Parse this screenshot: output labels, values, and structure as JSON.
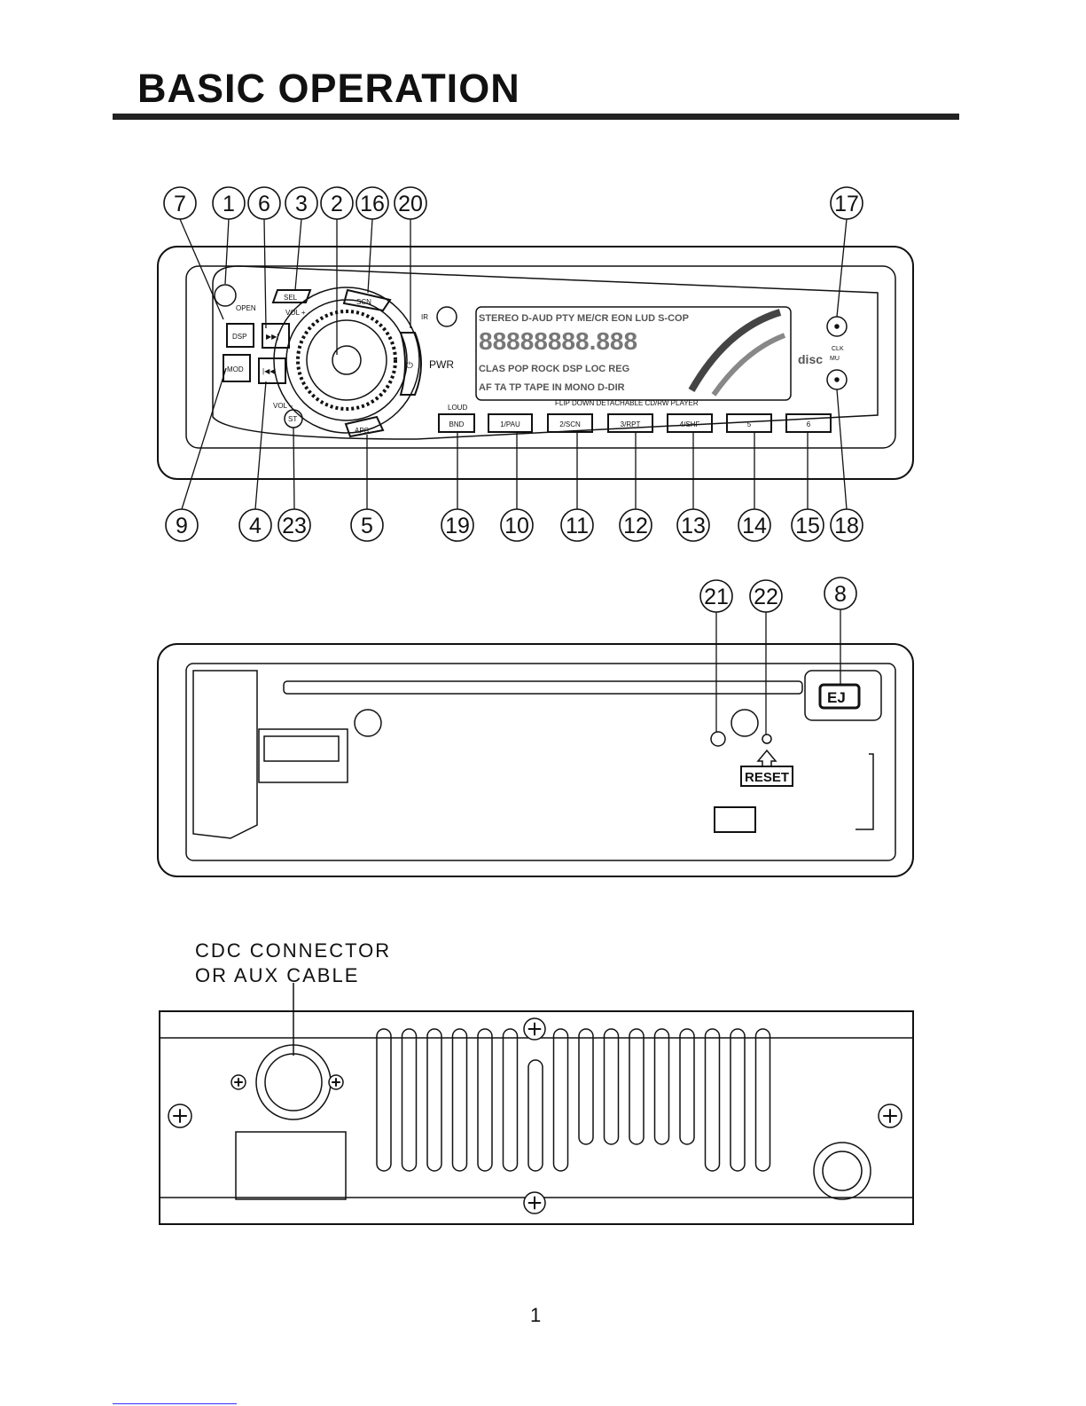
{
  "page": {
    "title": "BASIC OPERATION",
    "page_number": "1"
  },
  "front_panel": {
    "buttons": {
      "open": "OPEN",
      "sel": "SEL",
      "vol_plus": "VOL +",
      "vol_minus": "VOL –",
      "dsp": "DSP",
      "mod": "MOD",
      "next": "▶▶|",
      "prev": "|◀◀",
      "scn": "SCN",
      "aps": "APS",
      "st": "ST",
      "ir": "IR",
      "pwr": "PWR",
      "loud": "LOUD",
      "clk": "CLK",
      "mu": "MU",
      "presets": [
        "BND",
        "1/PAU",
        "2/SCN",
        "3/RPT",
        "4/SHF",
        "5",
        "6"
      ]
    },
    "display": {
      "row1": "STEREO D-AUD PTY ME/CR EON LUD S-COP",
      "segments": "88888888.888",
      "row3": "CLAS POP ROCK DSP LOC REG",
      "row4": "AF TA TP TAPE IN MONO D-DIR",
      "disc_logo": "disc"
    },
    "caption": "FLIP DOWN DETACHABLE CD/RW PLAYER"
  },
  "callouts": {
    "front_top": [
      "7",
      "1",
      "6",
      "3",
      "2",
      "16",
      "20",
      "17"
    ],
    "front_bottom": [
      "9",
      "4",
      "23",
      "5",
      "19",
      "10",
      "11",
      "12",
      "13",
      "14",
      "15",
      "18"
    ],
    "rear_top": [
      "21",
      "22",
      "8"
    ]
  },
  "rear_panel": {
    "ej": "EJ",
    "reset": "RESET"
  },
  "chassis": {
    "label_line1": "CDC  CONNECTOR",
    "label_line2": "OR  AUX  CABLE"
  }
}
